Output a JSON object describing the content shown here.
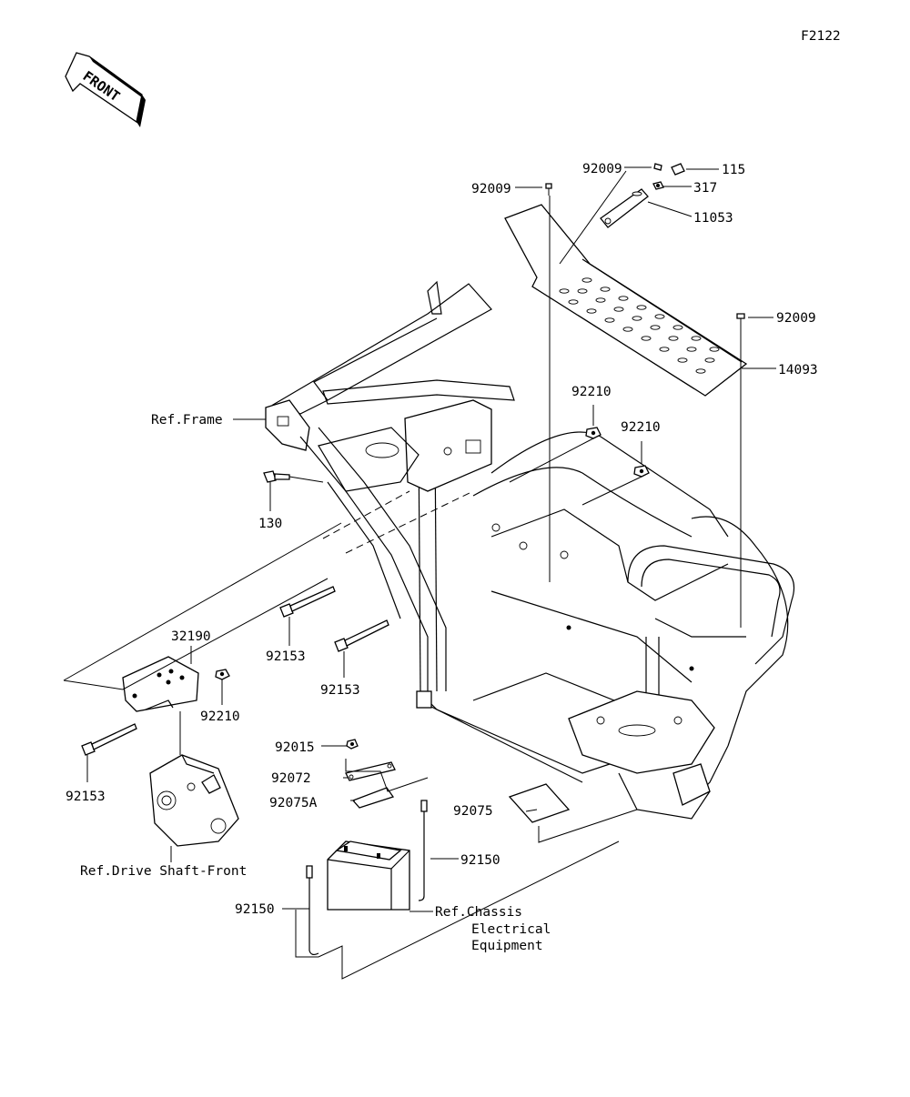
{
  "figure_id": "F2122",
  "front_label": "FRONT",
  "labels": {
    "p92009_a": "92009",
    "p92009_b": "92009",
    "p92009_c": "92009",
    "p115": "115",
    "p317": "317",
    "p11053": "11053",
    "p14093": "14093",
    "p92210_a": "92210",
    "p92210_b": "92210",
    "p92210_c": "92210",
    "ref_frame": "Ref.Frame",
    "p130": "130",
    "p92153_a": "92153",
    "p92153_b": "92153",
    "p92153_c": "92153",
    "p32190": "32190",
    "ref_drive_shaft": "Ref.Drive Shaft-Front",
    "p92015": "92015",
    "p92072": "92072",
    "p92075A": "92075A",
    "p92075": "92075",
    "p92150_a": "92150",
    "p92150_b": "92150",
    "ref_chassis_1": "Ref.Chassis",
    "ref_chassis_2": "Electrical",
    "ref_chassis_3": "Equipment"
  },
  "colors": {
    "ink": "#000000",
    "paper": "#ffffff"
  },
  "icons": [
    "front-arrow-icon"
  ]
}
